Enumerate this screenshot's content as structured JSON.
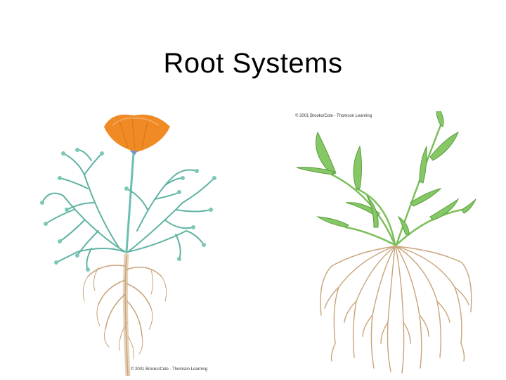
{
  "slide": {
    "title": "Root Systems"
  },
  "figures": {
    "taproot": {
      "credit": "© 2001 Brooks/Cole - Thomson Learning",
      "colors": {
        "flower": "#f08a24",
        "foliage": "#6cbfb0",
        "root": "#c9a37a"
      }
    },
    "fibrous": {
      "credit": "© 2001 Brooks/Cole - Thomson Learning",
      "colors": {
        "leaf": "#7cc05a",
        "root": "#c9a37a"
      }
    }
  }
}
